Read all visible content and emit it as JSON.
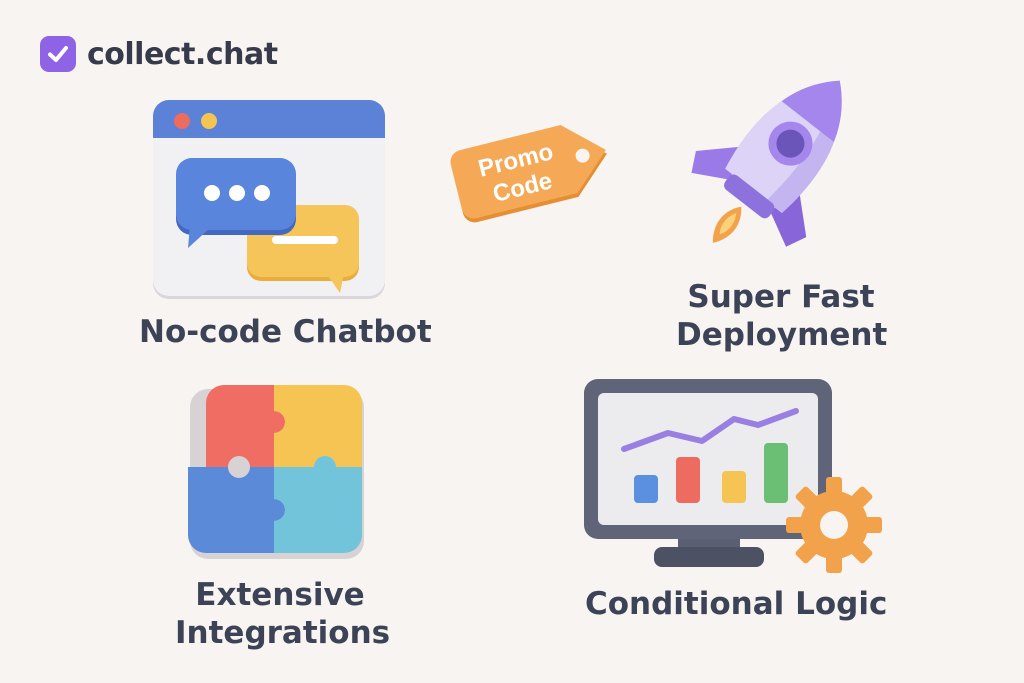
{
  "brand": {
    "name": "collect.chat",
    "logo_icon": "checkmark-icon",
    "accent": "#8f63e6"
  },
  "promo_tag": {
    "line1": "Promo",
    "line2": "Code",
    "color": "#f5a957"
  },
  "features": [
    {
      "icon": "chat-window-icon",
      "lines": [
        "No-code Chatbot"
      ]
    },
    {
      "icon": "rocket-icon",
      "lines": [
        "Super Fast",
        "Deployment"
      ]
    },
    {
      "icon": "puzzle-icon",
      "lines": [
        "Extensive",
        "Integrations"
      ]
    },
    {
      "icon": "monitor-chart-icon",
      "lines": [
        "Conditional Logic"
      ]
    }
  ],
  "palette": {
    "text": "#3d4356",
    "background": "#f8f4f1",
    "blue": "#5b82d6",
    "yellow": "#f5c453",
    "red": "#ee6b60",
    "lavender": "#b9a6ef",
    "orange": "#f2a24a",
    "green": "#6bbf74",
    "teal": "#6fc5d8"
  }
}
